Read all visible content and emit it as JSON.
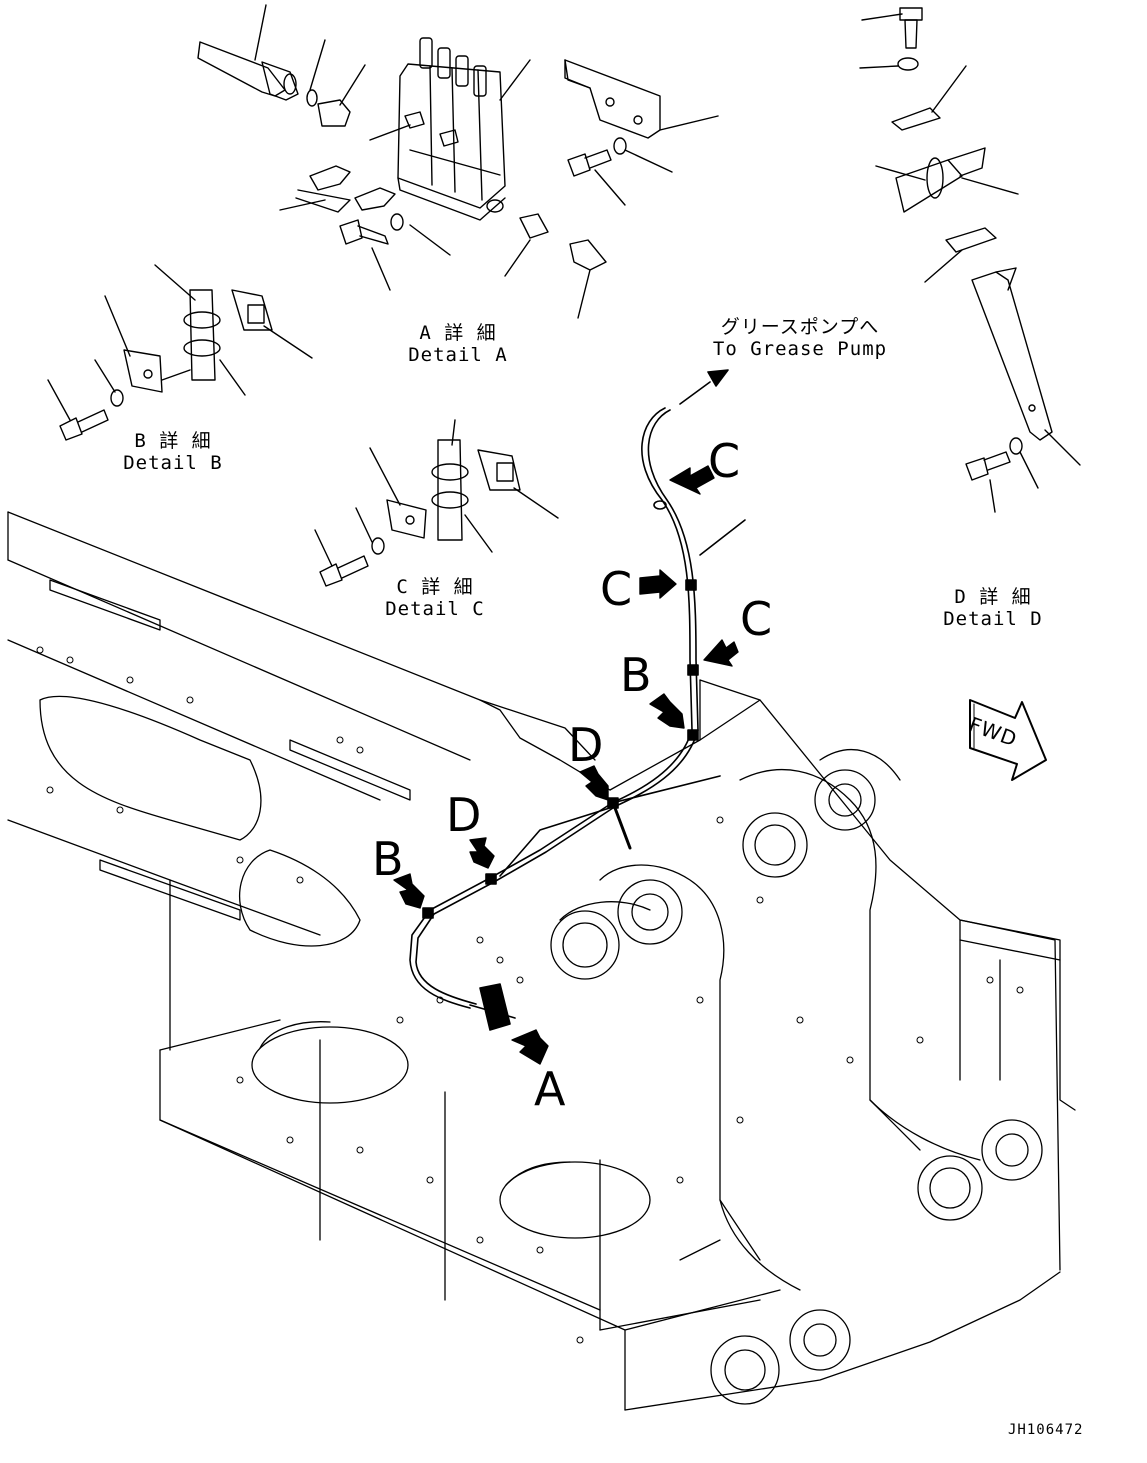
{
  "details": {
    "a": {
      "label_ja": "A 詳 細",
      "label_en": "Detail A"
    },
    "b": {
      "label_ja": "B 詳 細",
      "label_en": "Detail B"
    },
    "c": {
      "label_ja": "C 詳 細",
      "label_en": "Detail C"
    },
    "d": {
      "label_ja": "D 詳 細",
      "label_en": "Detail D"
    }
  },
  "grease_pump": {
    "label_ja": "グリースポンプへ",
    "label_en": "To Grease Pump"
  },
  "callouts": {
    "c": "C",
    "b": "B",
    "d": "D",
    "a": "A"
  },
  "direction_sign": "FWD",
  "drawing_id": "JH106472"
}
